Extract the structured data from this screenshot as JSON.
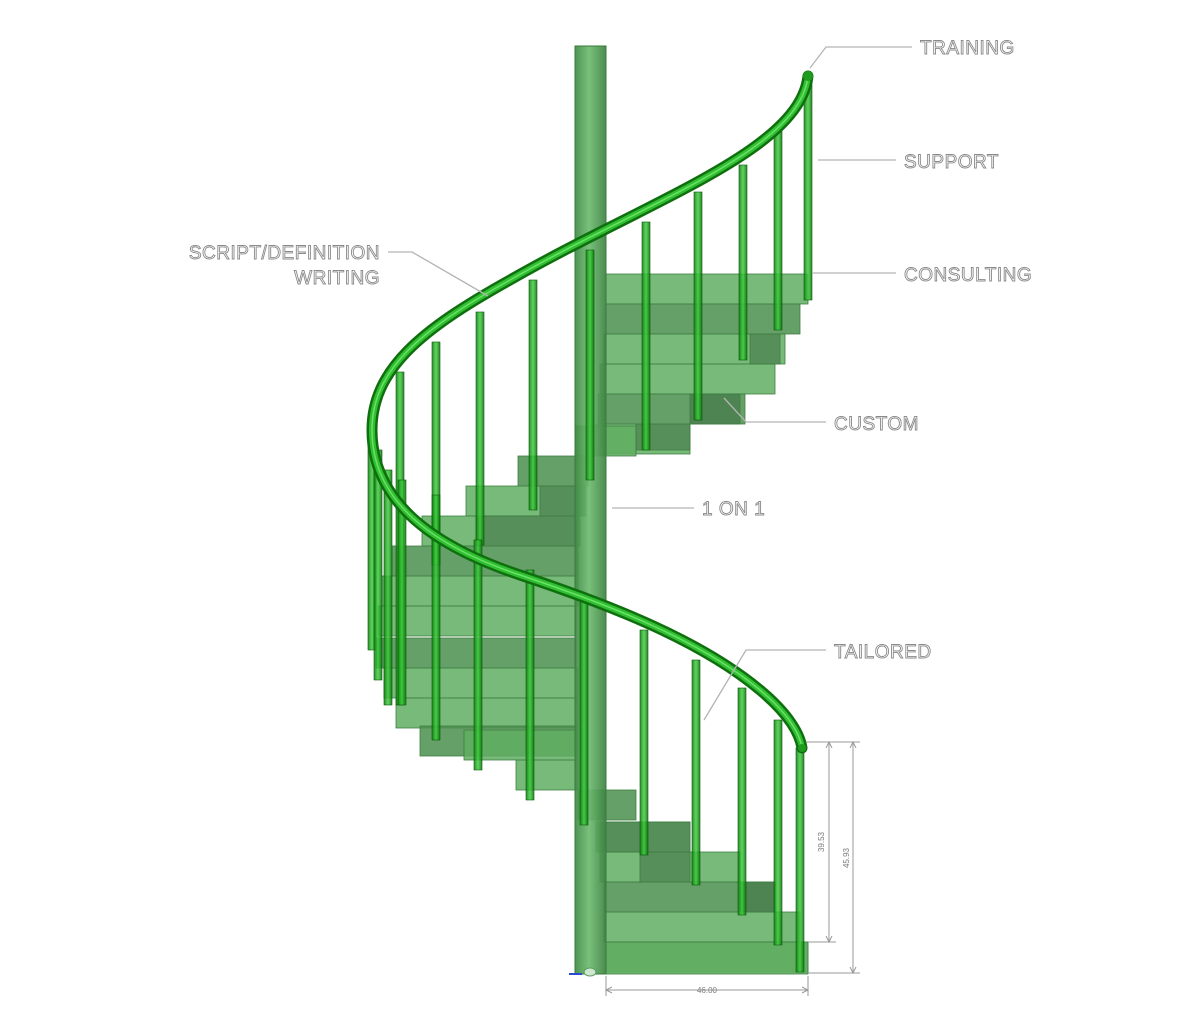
{
  "callouts": {
    "training": "TRAINING",
    "support": "SUPPORT",
    "consulting": "CONSULTING",
    "script_line1": "SCRIPT/DEFINITION",
    "script_line2": "WRITING",
    "custom": "CUSTOM",
    "one_on_one": "1 ON 1",
    "tailored": "TAILORED"
  },
  "dimensions": {
    "width": "46.00",
    "rail_height_inner": "39.53",
    "rail_height_outer": "45.93"
  },
  "colors": {
    "step": "#5fae62",
    "step_dark": "#4a8f4d",
    "step_shadow": "#3d6b3f",
    "pole": "#5aa55e",
    "rail": "#1f9c1f",
    "baluster": "#22a322"
  }
}
